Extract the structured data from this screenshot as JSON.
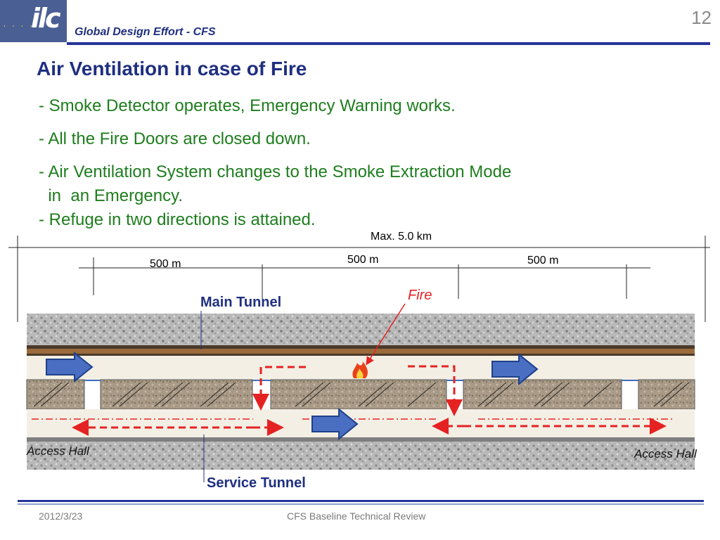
{
  "header": {
    "logo_text": "ilc",
    "subtitle": "Global Design Effort - CFS",
    "page_number": "12"
  },
  "title": "Air Ventilation in case of Fire",
  "bullets": [
    "- Smoke Detector operates, Emergency Warning works.",
    "- All the Fire Doors are closed down.",
    "- Air Ventilation System changes to the Smoke Extraction Mode",
    "  in  an Emergency.",
    "- Refuge in two directions is attained."
  ],
  "diagram": {
    "max_length": "Max. 5.0 km",
    "segments": [
      "500 m",
      "500 m",
      "500 m"
    ],
    "fire_label": "Fire",
    "main_tunnel_label": "Main Tunnel",
    "service_tunnel_label": "Service Tunnel",
    "access_hall_left": "Access Hall",
    "access_hall_right": "Access Hall",
    "colors": {
      "arrow_fill": "#4a6fc2",
      "dash_red": "#e52222",
      "label_blue": "#1f2f80",
      "fire_red": "#e52222"
    }
  },
  "footer": {
    "date": "2012/3/23",
    "title": "CFS Baseline Technical Review"
  }
}
